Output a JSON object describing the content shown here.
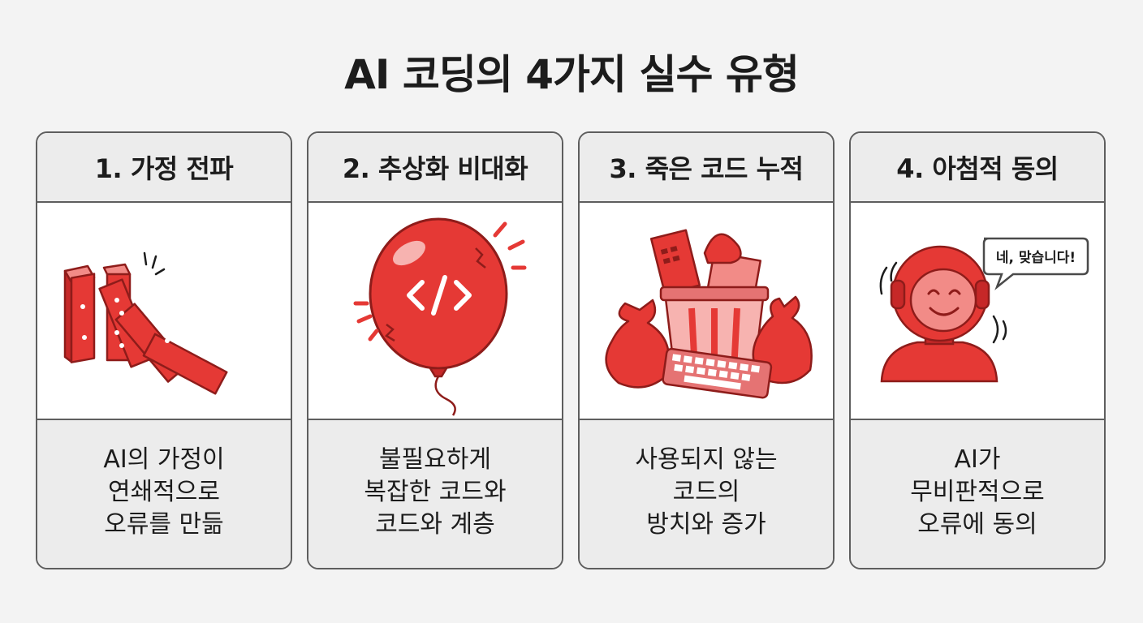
{
  "title": "AI 코딩의 4가지 실수 유형",
  "colors": {
    "accent": "#e53935",
    "accent_light": "#f28b87",
    "outline": "#8e1c1a",
    "card_header": "#ececec",
    "border": "#5e5e5e"
  },
  "cards": [
    {
      "heading": "1. 가정 전파",
      "icon": "falling-dominoes-icon",
      "lines": [
        "AI의 가정이",
        "연쇄적으로",
        "오류를 만듦"
      ]
    },
    {
      "heading": "2. 추상화 비대화",
      "icon": "bursting-code-balloon-icon",
      "lines": [
        "불필요하게",
        "복잡한 코드와",
        "코드와 계층"
      ]
    },
    {
      "heading": "3. 죽은 코드 누적",
      "icon": "overflowing-trash-icon",
      "lines": [
        "사용되지 않는",
        "코드의",
        "방치와 증가"
      ]
    },
    {
      "heading": "4. 아첨적 동의",
      "icon": "agreeing-robot-icon",
      "bubble": "네, 맞습니다!",
      "lines": [
        "AI가",
        "무비판적으로",
        "오류에 동의"
      ]
    }
  ],
  "warning_icon": "warning-triangle-icon"
}
